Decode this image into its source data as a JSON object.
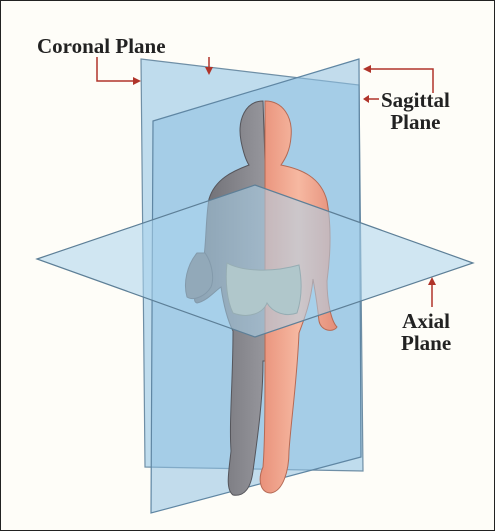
{
  "labels": {
    "coronal": "Coronal Plane",
    "sagittal_line1": "Sagittal",
    "sagittal_line2": "Plane",
    "axial_line1": "Axial",
    "axial_line2": "Plane"
  },
  "colors": {
    "plane_fill": "#9ec9e6",
    "plane_edge": "#6f8fa6",
    "skin": "#f2a98f",
    "shadow_body": "#7c7c82",
    "shorts": "#b9b9a6",
    "arrow": "#b0342a"
  }
}
